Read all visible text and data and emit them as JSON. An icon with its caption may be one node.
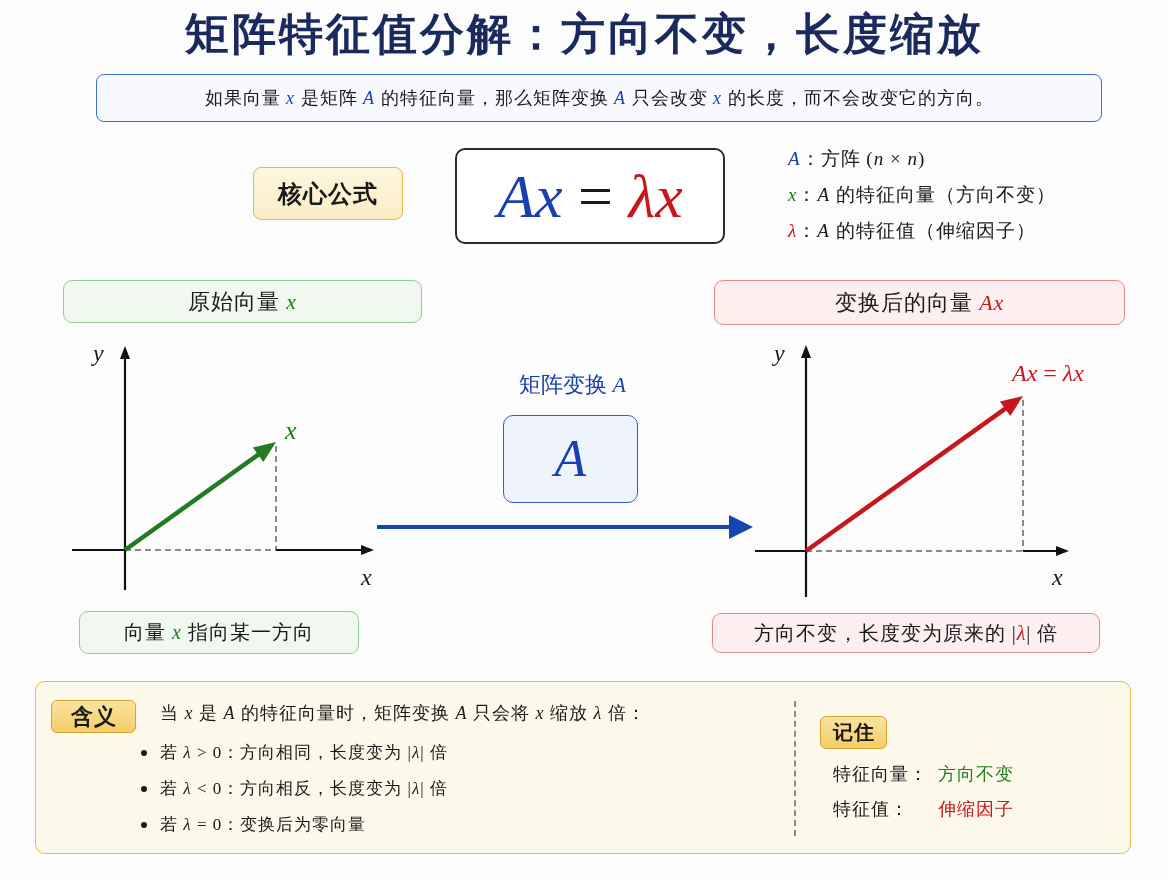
{
  "diagram": {
    "title": "矩阵特征值分解：方向不变，长度缩放",
    "nodes": [
      {
        "text": [
          "如果向量 *x* 是矩阵 *A* 的特征向量，那么矩阵变换 *A* 只会改变 *x* 的长度，而不会改变它的方向。"
        ]
      },
      {
        "text": [
          "核心公式"
        ]
      },
      {
        "text": [
          "*Ax* = *λx*"
        ]
      },
      {
        "text": [
          "原始向量 *x*"
        ]
      },
      {
        "text": [],
        "shape": "picture"
      },
      {
        "text": [
          "向量 *x* 指向某一方向"
        ]
      },
      {
        "text": [
          "矩阵变换 *A*",
          "A"
        ]
      },
      {
        "text": [
          "变换后的向量 *Ax*"
        ]
      },
      {
        "text": [],
        "shape": "picture"
      },
      {
        "text": [
          "方向不变，长度变为原来的 |*λ*| 倍"
        ]
      },
      {
        "text": [],
        "shape": "box"
      },
      {
        "text": [
          "含义"
        ],
        "in": 10
      },
      {
        "text": [
          "记住"
        ],
        "in": 10
      }
    ],
    "edges": [
      {
        "from": 4,
        "to": 8,
        "arrow": "to"
      }
    ],
    "labels": [
      "*A*：方阵 (*n* × *n*)",
      "*x*：*A* 的特征向量（方向不变）",
      "*λ*：*A* 的特征值（伸缩因子）",
      "y",
      "x",
      "x",
      "y",
      "*Ax* = *λx*",
      "x",
      "当 *x* 是 *A* 的特征向量时，矩阵变换 *A* 只会将 *x* 缩放 *λ* 倍：",
      "若 *λ* > 0：方向相同，长度变为 |*λ*| 倍",
      "若 *λ* < 0：方向相反，长度变为 |*λ*| 倍",
      "若 *λ* = 0：变换后为零向量",
      "特征向量：",
      "方向不变",
      "特征值：",
      "伸缩因子"
    ]
  }
}
